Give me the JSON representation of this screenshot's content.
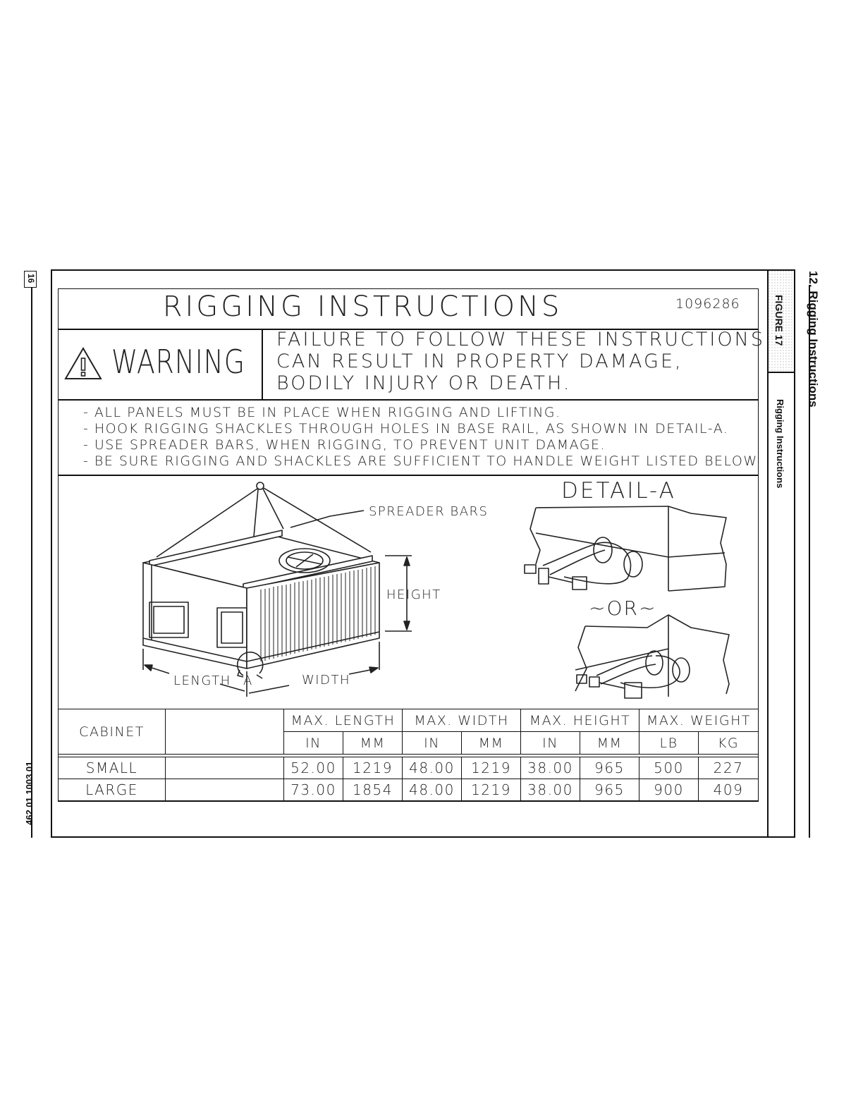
{
  "page": {
    "number": "16",
    "doc_number": "462 01 1003 01",
    "section_title": "12. Rigging Instructions",
    "figure_label": "FIGURE 17",
    "figure_caption": "Rigging Instructions"
  },
  "drawing": {
    "title": "RIGGING INSTRUCTIONS",
    "drawing_number": "1096286",
    "warning": {
      "label": "WARNING",
      "lines": [
        "FAILURE TO FOLLOW THESE INSTRUCTIONS",
        "CAN RESULT IN PROPERTY DAMAGE,",
        "BODILY INJURY OR DEATH."
      ]
    },
    "notes": [
      "- ALL PANELS MUST BE IN PLACE WHEN RIGGING AND LIFTING.",
      "- HOOK RIGGING SHACKLES THROUGH HOLES IN BASE RAIL, AS SHOWN IN DETAIL-A.",
      "- USE SPREADER BARS, WHEN RIGGING, TO PREVENT UNIT DAMAGE.",
      "- BE SURE RIGGING AND SHACKLES ARE SUFFICIENT TO HANDLE WEIGHT LISTED BELOW."
    ],
    "labels": {
      "spreader_bars": "SPREADER BARS",
      "height": "HEIGHT",
      "length": "LENGTH",
      "width": "WIDTH",
      "a": "A",
      "detail": "DETAIL-A",
      "or": "~OR~"
    }
  },
  "table": {
    "cabinet_header": "CABINET",
    "group_headers": [
      "MAX. LENGTH",
      "MAX. WIDTH",
      "MAX. HEIGHT",
      "MAX. WEIGHT"
    ],
    "unit_headers": [
      "IN",
      "MM",
      "IN",
      "MM",
      "IN",
      "MM",
      "LB",
      "KG"
    ],
    "rows": [
      {
        "cabinet": "SMALL",
        "values": [
          "52.00",
          "1219",
          "48.00",
          "1219",
          "38.00",
          "965",
          "500",
          "227"
        ]
      },
      {
        "cabinet": "LARGE",
        "values": [
          "73.00",
          "1854",
          "48.00",
          "1219",
          "38.00",
          "965",
          "900",
          "409"
        ]
      }
    ]
  }
}
